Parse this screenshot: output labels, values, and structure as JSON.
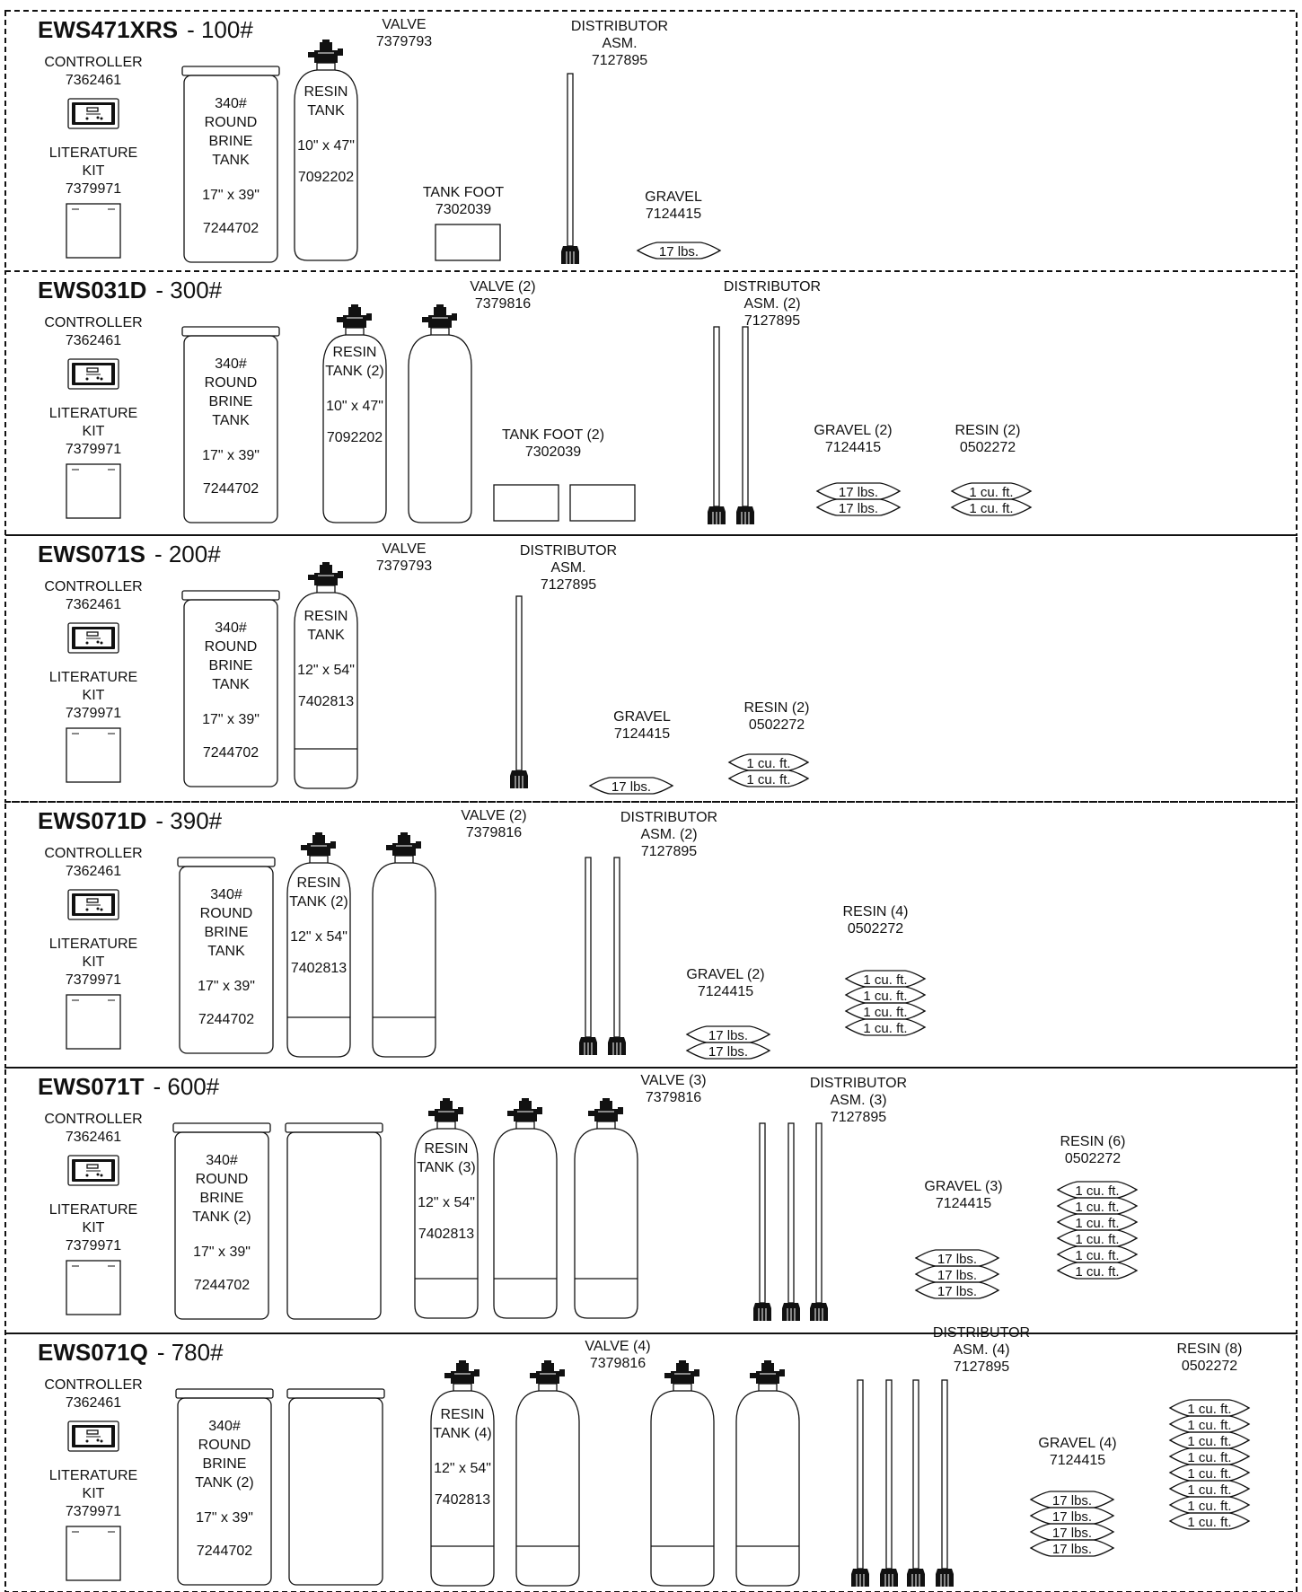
{
  "sections": [
    {
      "model": "EWS471XRS",
      "capacity": "- 100#",
      "controller": {
        "label": "CONTROLLER",
        "part": "7362461"
      },
      "literature": {
        "label1": "LITERATURE",
        "label2": "KIT",
        "part": "7379971"
      },
      "brine": {
        "lines": [
          "340#",
          "ROUND",
          "BRINE",
          "TANK"
        ],
        "size": "17\" x 39\"",
        "part": "7244702"
      },
      "resin_tank": {
        "lines": [
          "RESIN",
          "TANK"
        ],
        "size": "10\" x 47\"",
        "part": "7092202"
      },
      "valve": {
        "lines": [
          "VALVE",
          "7379793"
        ]
      },
      "distributor": {
        "lines": [
          "DISTRIBUTOR",
          "ASM.",
          "7127895"
        ]
      },
      "tank_foot": {
        "lines": [
          "TANK FOOT",
          "7302039"
        ]
      },
      "gravel": {
        "lines": [
          "GRAVEL",
          "7124415"
        ],
        "bags": [
          "17 lbs."
        ]
      },
      "resin": null
    },
    {
      "model": "EWS031D",
      "capacity": "- 300#",
      "controller": {
        "label": "CONTROLLER",
        "part": "7362461"
      },
      "literature": {
        "label1": "LITERATURE",
        "label2": "KIT",
        "part": "7379971"
      },
      "brine": {
        "lines": [
          "340#",
          "ROUND",
          "BRINE",
          "TANK"
        ],
        "size": "17\" x 39\"",
        "part": "7244702"
      },
      "resin_tank": {
        "lines": [
          "RESIN",
          "TANK (2)"
        ],
        "size": "10\" x 47\"",
        "part": "7092202"
      },
      "valve": {
        "lines": [
          "VALVE (2)",
          "7379816"
        ]
      },
      "distributor": {
        "lines": [
          "DISTRIBUTOR",
          "ASM. (2)",
          "7127895"
        ]
      },
      "tank_foot": {
        "lines": [
          "TANK FOOT (2)",
          "7302039"
        ]
      },
      "gravel": {
        "lines": [
          "GRAVEL (2)",
          "7124415"
        ],
        "bags": [
          "17 lbs.",
          "17 lbs."
        ]
      },
      "resin": {
        "lines": [
          "RESIN (2)",
          "0502272"
        ],
        "bags": [
          "1 cu. ft.",
          "1 cu. ft."
        ]
      }
    },
    {
      "model": "EWS071S",
      "capacity": "- 200#",
      "controller": {
        "label": "CONTROLLER",
        "part": "7362461"
      },
      "literature": {
        "label1": "LITERATURE",
        "label2": "KIT",
        "part": "7379971"
      },
      "brine": {
        "lines": [
          "340#",
          "ROUND",
          "BRINE",
          "TANK"
        ],
        "size": "17\" x 39\"",
        "part": "7244702"
      },
      "resin_tank": {
        "lines": [
          "RESIN",
          "TANK"
        ],
        "size": "12\" x 54\"",
        "part": "7402813"
      },
      "valve": {
        "lines": [
          "VALVE",
          "7379793"
        ]
      },
      "distributor": {
        "lines": [
          "DISTRIBUTOR",
          "ASM.",
          "7127895"
        ]
      },
      "tank_foot": null,
      "gravel": {
        "lines": [
          "GRAVEL",
          "7124415"
        ],
        "bags": [
          "17 lbs."
        ]
      },
      "resin": {
        "lines": [
          "RESIN (2)",
          "0502272"
        ],
        "bags": [
          "1 cu. ft.",
          "1 cu. ft."
        ]
      }
    },
    {
      "model": "EWS071D",
      "capacity": "- 390#",
      "controller": {
        "label": "CONTROLLER",
        "part": "7362461"
      },
      "literature": {
        "label1": "LITERATURE",
        "label2": "KIT",
        "part": "7379971"
      },
      "brine": {
        "lines": [
          "340#",
          "ROUND",
          "BRINE",
          "TANK"
        ],
        "size": "17\" x 39\"",
        "part": "7244702"
      },
      "resin_tank": {
        "lines": [
          "RESIN",
          "TANK (2)"
        ],
        "size": "12\" x 54\"",
        "part": "7402813"
      },
      "valve": {
        "lines": [
          "VALVE (2)",
          "7379816"
        ]
      },
      "distributor": {
        "lines": [
          "DISTRIBUTOR",
          "ASM. (2)",
          "7127895"
        ]
      },
      "tank_foot": null,
      "gravel": {
        "lines": [
          "GRAVEL (2)",
          "7124415"
        ],
        "bags": [
          "17 lbs.",
          "17 lbs."
        ]
      },
      "resin": {
        "lines": [
          "RESIN (4)",
          "0502272"
        ],
        "bags": [
          "1 cu. ft.",
          "1 cu. ft.",
          "1 cu. ft.",
          "1 cu. ft."
        ]
      }
    },
    {
      "model": "EWS071T",
      "capacity": "- 600#",
      "controller": {
        "label": "CONTROLLER",
        "part": "7362461"
      },
      "literature": {
        "label1": "LITERATURE",
        "label2": "KIT",
        "part": "7379971"
      },
      "brine": {
        "lines": [
          "340#",
          "ROUND",
          "BRINE",
          "TANK (2)"
        ],
        "size": "17\" x 39\"",
        "part": "7244702"
      },
      "resin_tank": {
        "lines": [
          "RESIN",
          "TANK (3)"
        ],
        "size": "12\" x 54\"",
        "part": "7402813"
      },
      "valve": {
        "lines": [
          "VALVE (3)",
          "7379816"
        ]
      },
      "distributor": {
        "lines": [
          "DISTRIBUTOR",
          "ASM. (3)",
          "7127895"
        ]
      },
      "tank_foot": null,
      "gravel": {
        "lines": [
          "GRAVEL (3)",
          "7124415"
        ],
        "bags": [
          "17 lbs.",
          "17 lbs.",
          "17 lbs."
        ]
      },
      "resin": {
        "lines": [
          "RESIN (6)",
          "0502272"
        ],
        "bags": [
          "1 cu. ft.",
          "1 cu. ft.",
          "1 cu. ft.",
          "1 cu. ft.",
          "1 cu. ft.",
          "1 cu. ft."
        ]
      }
    },
    {
      "model": "EWS071Q",
      "capacity": "- 780#",
      "controller": {
        "label": "CONTROLLER",
        "part": "7362461"
      },
      "literature": {
        "label1": "LITERATURE",
        "label2": "KIT",
        "part": "7379971"
      },
      "brine": {
        "lines": [
          "340#",
          "ROUND",
          "BRINE",
          "TANK (2)"
        ],
        "size": "17\" x 39\"",
        "part": "7244702"
      },
      "resin_tank": {
        "lines": [
          "RESIN",
          "TANK (4)"
        ],
        "size": "12\" x 54\"",
        "part": "7402813"
      },
      "valve": {
        "lines": [
          "VALVE (4)",
          "7379816"
        ]
      },
      "distributor": {
        "lines": [
          "DISTRIBUTOR",
          "ASM. (4)",
          "7127895"
        ]
      },
      "tank_foot": null,
      "gravel": {
        "lines": [
          "GRAVEL (4)",
          "7124415"
        ],
        "bags": [
          "17 lbs.",
          "17 lbs.",
          "17 lbs.",
          "17 lbs."
        ]
      },
      "resin": {
        "lines": [
          "RESIN (8)",
          "0502272"
        ],
        "bags": [
          "1 cu. ft.",
          "1 cu. ft.",
          "1 cu. ft.",
          "1 cu. ft.",
          "1 cu. ft.",
          "1 cu. ft.",
          "1 cu. ft.",
          "1 cu. ft."
        ]
      }
    }
  ]
}
